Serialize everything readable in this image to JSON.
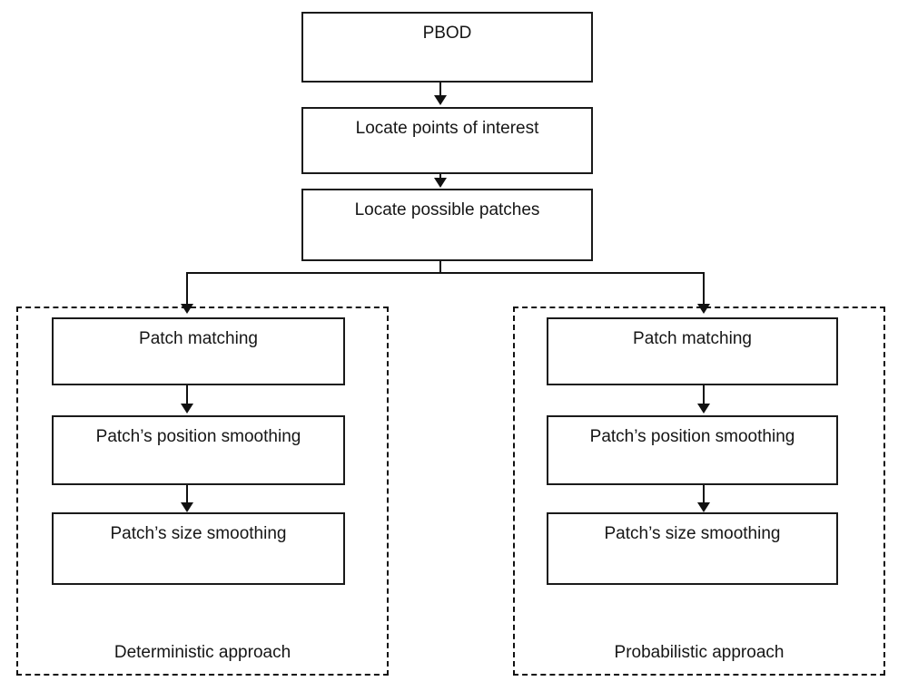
{
  "diagram": {
    "title": "PBOD",
    "pipeline": [
      {
        "id": "pbod",
        "label": "PBOD"
      },
      {
        "id": "locate-points",
        "label": "Locate points of interest"
      },
      {
        "id": "locate-patches",
        "label": "Locate possible patches"
      }
    ],
    "branches": [
      {
        "id": "deterministic",
        "label": "Deterministic approach",
        "steps": [
          {
            "id": "patch-matching",
            "label": "Patch matching"
          },
          {
            "id": "position-smoothing",
            "label": "Patch’s position smoothing"
          },
          {
            "id": "size-smoothing",
            "label": "Patch’s size smoothing"
          }
        ]
      },
      {
        "id": "probabilistic",
        "label": "Probabilistic approach",
        "steps": [
          {
            "id": "patch-matching",
            "label": "Patch matching"
          },
          {
            "id": "position-smoothing",
            "label": "Patch’s position smoothing"
          },
          {
            "id": "size-smoothing",
            "label": "Patch’s size smoothing"
          }
        ]
      }
    ],
    "colors": {
      "background": "#ffffff",
      "box_border": "#1a1a1a",
      "box_fill": "#ffffff",
      "group_border": "#111111",
      "connector": "#111111",
      "text": "#161616"
    }
  }
}
